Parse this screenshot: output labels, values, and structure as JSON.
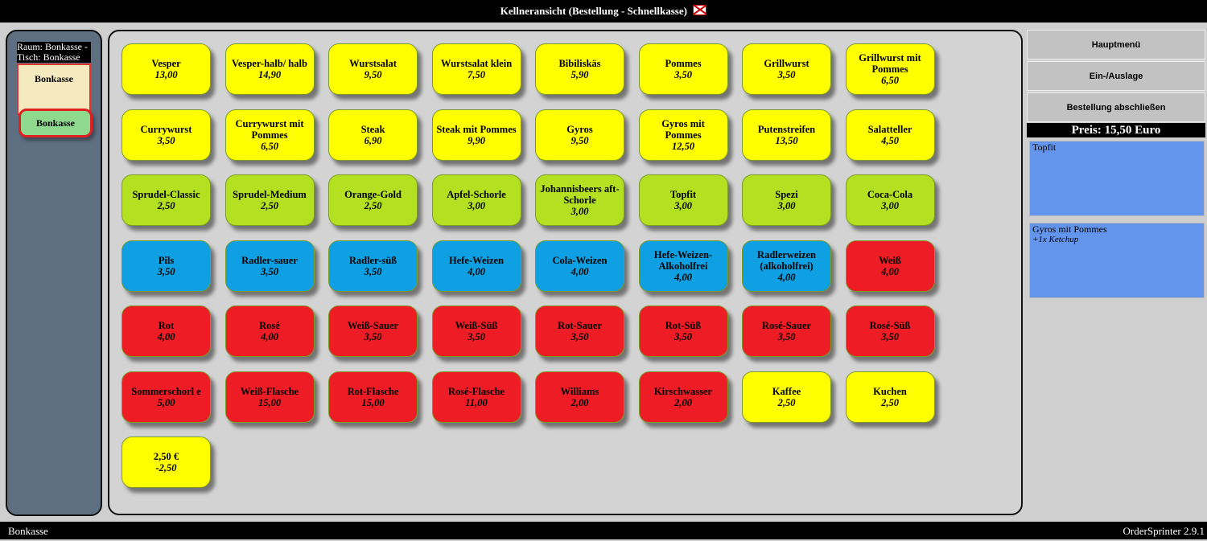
{
  "header": {
    "title": "Kellneransicht (Bestellung - Schnellkasse)"
  },
  "footer": {
    "left": "Bonkasse",
    "right": "OrderSprinter 2.9.1"
  },
  "room": {
    "room_label": "Raum: Bonkasse -",
    "table_label": "Tisch: Bonkasse",
    "selected_table": "Bonkasse",
    "button_label": "Bonkasse"
  },
  "colors": {
    "yellow": "#ffff00",
    "green": "#b3e021",
    "blue": "#0ea0e2",
    "red": "#ee1c24"
  },
  "products": [
    {
      "name": "Vesper",
      "price": "13,00",
      "color": "yellow"
    },
    {
      "name": "Vesper-halb/ halb",
      "price": "14,90",
      "color": "yellow"
    },
    {
      "name": "Wurstsalat",
      "price": "9,50",
      "color": "yellow"
    },
    {
      "name": "Wurstsalat klein",
      "price": "7,50",
      "color": "yellow"
    },
    {
      "name": "Bibiliskäs",
      "price": "5,90",
      "color": "yellow"
    },
    {
      "name": "Pommes",
      "price": "3,50",
      "color": "yellow"
    },
    {
      "name": "Grillwurst",
      "price": "3,50",
      "color": "yellow"
    },
    {
      "name": "Grillwurst mit Pommes",
      "price": "6,50",
      "color": "yellow"
    },
    {
      "name": "Currywurst",
      "price": "3,50",
      "color": "yellow"
    },
    {
      "name": "Currywurst mit Pommes",
      "price": "6,50",
      "color": "yellow"
    },
    {
      "name": "Steak",
      "price": "6,90",
      "color": "yellow"
    },
    {
      "name": "Steak mit Pommes",
      "price": "9,90",
      "color": "yellow"
    },
    {
      "name": "Gyros",
      "price": "9,50",
      "color": "yellow"
    },
    {
      "name": "Gyros mit Pommes",
      "price": "12,50",
      "color": "yellow"
    },
    {
      "name": "Putenstreifen",
      "price": "13,50",
      "color": "yellow"
    },
    {
      "name": "Salatteller",
      "price": "4,50",
      "color": "yellow"
    },
    {
      "name": "Sprudel-Classic",
      "price": "2,50",
      "color": "green"
    },
    {
      "name": "Sprudel-Medium",
      "price": "2,50",
      "color": "green"
    },
    {
      "name": "Orange-Gold",
      "price": "2,50",
      "color": "green"
    },
    {
      "name": "Apfel-Schorle",
      "price": "3,00",
      "color": "green"
    },
    {
      "name": "Johannisbeers aft-Schorle",
      "price": "3,00",
      "color": "green"
    },
    {
      "name": "Topfit",
      "price": "3,00",
      "color": "green"
    },
    {
      "name": "Spezi",
      "price": "3,00",
      "color": "green"
    },
    {
      "name": "Coca-Cola",
      "price": "3,00",
      "color": "green"
    },
    {
      "name": "Pils",
      "price": "3,50",
      "color": "blue"
    },
    {
      "name": "Radler-sauer",
      "price": "3,50",
      "color": "blue"
    },
    {
      "name": "Radler-süß",
      "price": "3,50",
      "color": "blue"
    },
    {
      "name": "Hefe-Weizen",
      "price": "4,00",
      "color": "blue"
    },
    {
      "name": "Cola-Weizen",
      "price": "4,00",
      "color": "blue"
    },
    {
      "name": "Hefe-Weizen-Alkoholfrei",
      "price": "4,00",
      "color": "blue"
    },
    {
      "name": "Radlerweizen (alkoholfrei)",
      "price": "4,00",
      "color": "blue"
    },
    {
      "name": "Weiß",
      "price": "4,00",
      "color": "red"
    },
    {
      "name": "Rot",
      "price": "4,00",
      "color": "red"
    },
    {
      "name": "Rosé",
      "price": "4,00",
      "color": "red"
    },
    {
      "name": "Weiß-Sauer",
      "price": "3,50",
      "color": "red"
    },
    {
      "name": "Weiß-Süß",
      "price": "3,50",
      "color": "red"
    },
    {
      "name": "Rot-Sauer",
      "price": "3,50",
      "color": "red"
    },
    {
      "name": "Rot-Süß",
      "price": "3,50",
      "color": "red"
    },
    {
      "name": "Rosé-Sauer",
      "price": "3,50",
      "color": "red"
    },
    {
      "name": "Rosé-Süß",
      "price": "3,50",
      "color": "red"
    },
    {
      "name": "Sommerschorl e",
      "price": "5,00",
      "color": "red"
    },
    {
      "name": "Weiß-Flasche",
      "price": "15,00",
      "color": "red"
    },
    {
      "name": "Rot-Flasche",
      "price": "15,00",
      "color": "red"
    },
    {
      "name": "Rosé-Flasche",
      "price": "11,00",
      "color": "red"
    },
    {
      "name": "Williams",
      "price": "2,00",
      "color": "red"
    },
    {
      "name": "Kirschwasser",
      "price": "2,00",
      "color": "red"
    },
    {
      "name": "Kaffee",
      "price": "2,50",
      "color": "yellow"
    },
    {
      "name": "Kuchen",
      "price": "2,50",
      "color": "yellow"
    },
    {
      "name": "2,50 €",
      "price": "-2,50",
      "color": "yellow"
    }
  ],
  "menu": {
    "main_label": "Hauptmenü",
    "cash_label": "Ein-/Auslage",
    "finish_label": "Bestellung abschließen"
  },
  "order": {
    "price_label": "Preis: 15,50 Euro",
    "items": [
      {
        "name": "Topfit",
        "extra": ""
      },
      {
        "name": "Gyros mit Pommes",
        "extra": "+1x Ketchup"
      }
    ]
  }
}
